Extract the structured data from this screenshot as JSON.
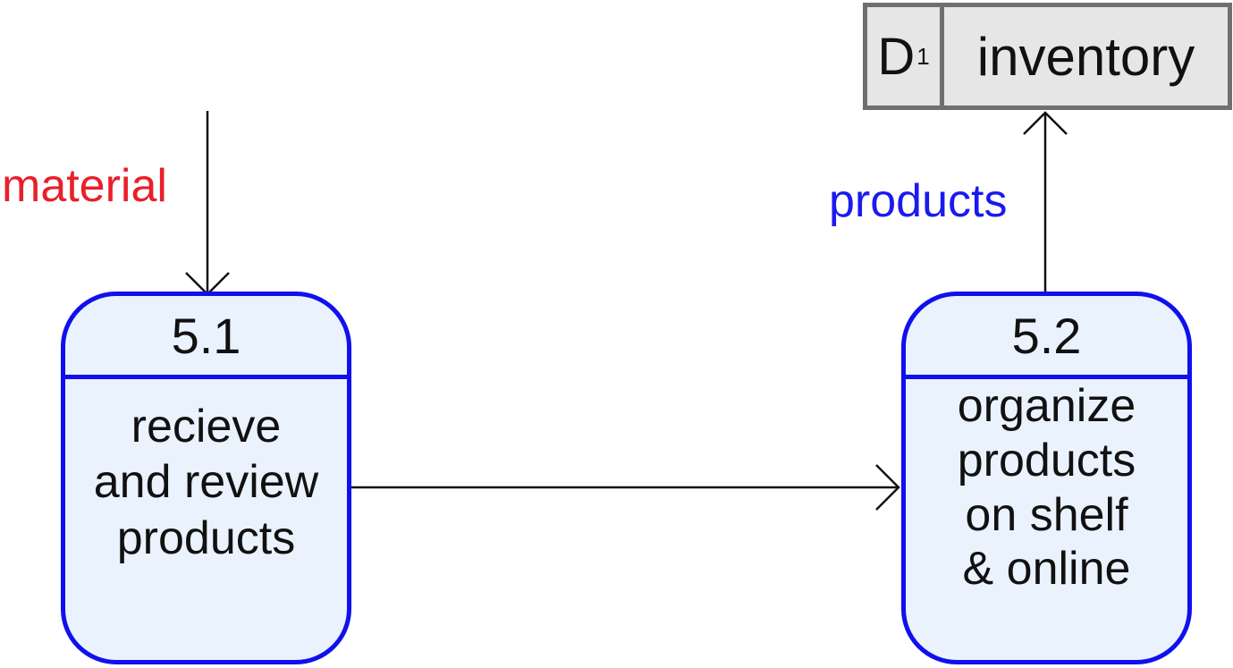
{
  "colors": {
    "process_border": "#1010ee",
    "process_fill": "#eaf3fd",
    "store_border": "#6f6f6f",
    "store_fill": "#e6e6e6",
    "label_red": "#e8202a",
    "label_blue": "#1a1aee",
    "arrow": "#111111"
  },
  "store": {
    "id": "D",
    "id_sub": "1",
    "name": "inventory"
  },
  "processes": [
    {
      "number": "5.1",
      "label": "recieve and review products"
    },
    {
      "number": "5.2",
      "label": "organize products on shelf & online"
    }
  ],
  "flows": [
    {
      "label": "material",
      "color": "#e8202a"
    },
    {
      "label": "",
      "color": ""
    },
    {
      "label": "products",
      "color": "#1a1aee"
    }
  ]
}
